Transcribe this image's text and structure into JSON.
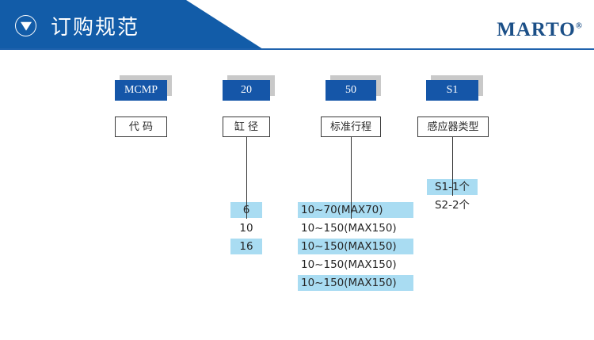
{
  "header": {
    "title": "订购规范",
    "badge_icon": "triangle-down-icon",
    "brand": "MARTO",
    "brand_mark": "®",
    "accent_color": "#125ca8"
  },
  "diagram": {
    "columns": [
      {
        "key": "code",
        "code": "MCMP",
        "label": "代 码",
        "has_connector": false,
        "options": []
      },
      {
        "key": "bore",
        "code": "20",
        "label": "缸 径",
        "has_connector": true,
        "options": [
          {
            "text": "6",
            "highlighted": true
          },
          {
            "text": "10",
            "highlighted": false
          },
          {
            "text": "16",
            "highlighted": true
          }
        ]
      },
      {
        "key": "stroke",
        "code": "50",
        "label": "标准行程",
        "has_connector": true,
        "options": [
          {
            "text": "10~70(MAX70)",
            "highlighted": true
          },
          {
            "text": "10~150(MAX150)",
            "highlighted": false
          },
          {
            "text": "10~150(MAX150)",
            "highlighted": true
          },
          {
            "text": "10~150(MAX150)",
            "highlighted": false
          },
          {
            "text": "10~150(MAX150)",
            "highlighted": true
          }
        ]
      },
      {
        "key": "sensor",
        "code": "S1",
        "label": "感应器类型",
        "has_connector": true,
        "options": [
          {
            "text": "S1-1个",
            "highlighted": true
          },
          {
            "text": "S2-2个",
            "highlighted": false
          }
        ]
      }
    ]
  },
  "colors": {
    "header_blue": "#125ca8",
    "box_blue": "#1556a8",
    "highlight_blue": "#a9dcf2",
    "shadow_gray": "#c9c9c9",
    "brand_navy": "#1b4f87"
  }
}
